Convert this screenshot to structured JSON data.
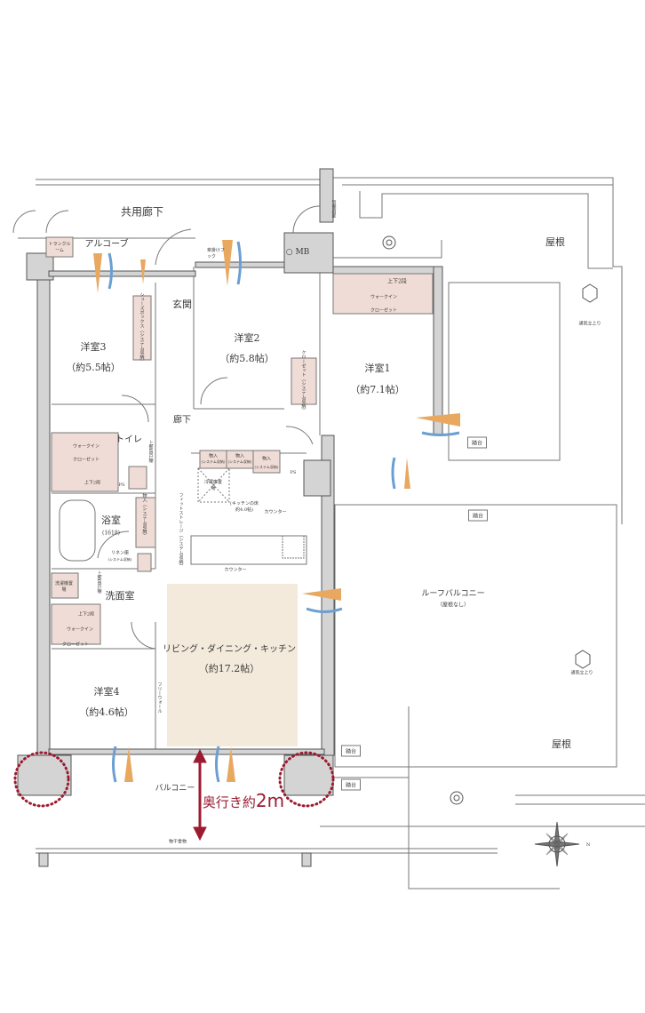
{
  "title": "Floor plan",
  "colors": {
    "wall": "#d4d4d4",
    "storage": "#f0dcd6",
    "ldk": "#f3eadb",
    "accent": "#9b1b30",
    "air_warm": "#e8a860",
    "air_cool": "#6a9fd4"
  },
  "areas": {
    "common_corridor": "共用廊下",
    "alcove": "アルコーブ",
    "trunk_room": "トランクルーム",
    "entrance": "玄関",
    "hallway": "廊下",
    "toilet": "トイレ",
    "bath": {
      "name": "浴室",
      "size": "(1618)"
    },
    "washroom": "洗面室",
    "mb": "○ MB",
    "ps1": "PS",
    "ps2": "PS",
    "umbrella_hook": "傘掛けフック",
    "mgmt_door": "管理用扉"
  },
  "rooms": {
    "room1": {
      "name": "洋室1",
      "size": "（約7.1帖）"
    },
    "room2": {
      "name": "洋室2",
      "size": "（約5.8帖）"
    },
    "room3": {
      "name": "洋室3",
      "size": "（約5.5帖）"
    },
    "room4": {
      "name": "洋室4",
      "size": "（約4.6帖）"
    },
    "ldk": {
      "name": "リビング・ダイニング・キッチン",
      "size": "（約17.2帖）"
    },
    "roof_balcony": {
      "name": "ルーフバルコニー",
      "note": "（屋根なし）"
    },
    "balcony": "バルコニー",
    "roof1": "屋根",
    "roof2": "屋根"
  },
  "storage": {
    "shoe_box": "シューズボックス（システム収納）",
    "closet2": "クローゼット（システム収納）",
    "wic1": {
      "tier": "上下2段",
      "a": "ウォークイン",
      "b": "クローゼット"
    },
    "wic3": {
      "a": "ウォークイン",
      "b": "クローゼット",
      "tier": "上下2段"
    },
    "wic4": {
      "tier": "上下2段",
      "a": "ウォークイン",
      "b": "クローゼット"
    },
    "toilet_cabinet": "上部吊戸棚",
    "wash_cabinet": "上部吊戸棚",
    "hall_storage": "物入（システム収納）",
    "fit_storage": "フィットストレージ（システム収納）",
    "linen": "リネン庫",
    "linen_sub": "(システム収納)",
    "washer": "洗濯機置場",
    "kitchen_items": [
      {
        "a": "物入",
        "b": "(システム収納)"
      },
      {
        "a": "物入",
        "b": "(システム収納)"
      },
      {
        "a": "物入",
        "b": "(システム収納)"
      }
    ],
    "fridge": "冷蔵庫置場",
    "kitchen_floor": "(キッチンの床 約4.0帖)",
    "counter1": "カウンター",
    "counter2": "カウンター",
    "free_wall": "フリーウォール"
  },
  "exterior": {
    "step_boxes": [
      "踏台",
      "踏台",
      "踏台",
      "踏台"
    ],
    "vents": [
      "通気立上り",
      "通気立上り"
    ],
    "laundry_hardware": "物干金物",
    "depth_label": "奥行き約",
    "depth_value": "2m",
    "compass": "N"
  }
}
